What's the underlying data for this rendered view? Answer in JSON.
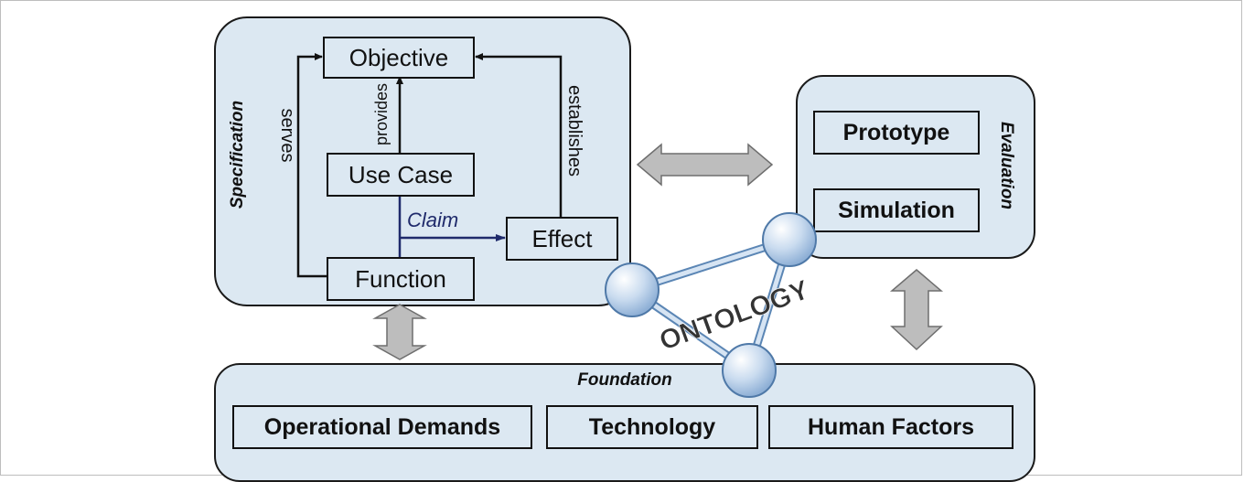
{
  "specification": {
    "title": "Specification",
    "objective": "Objective",
    "use_case": "Use Case",
    "function": "Function",
    "effect": "Effect",
    "claim": "Claim",
    "provides": "provides",
    "serves": "serves",
    "establishes": "establishes"
  },
  "evaluation": {
    "title": "Evaluation",
    "prototype": "Prototype",
    "simulation": "Simulation"
  },
  "foundation": {
    "title": "Foundation",
    "operational_demands": "Operational Demands",
    "technology": "Technology",
    "human_factors": "Human Factors"
  },
  "ontology": {
    "label": "ONTOLOGY"
  },
  "colors": {
    "panel_fill": "#dce8f2",
    "claim_arrow": "#1f2a6b",
    "block_arrow_fill": "#bdbdbd",
    "node_edge": "#5b86b5"
  }
}
